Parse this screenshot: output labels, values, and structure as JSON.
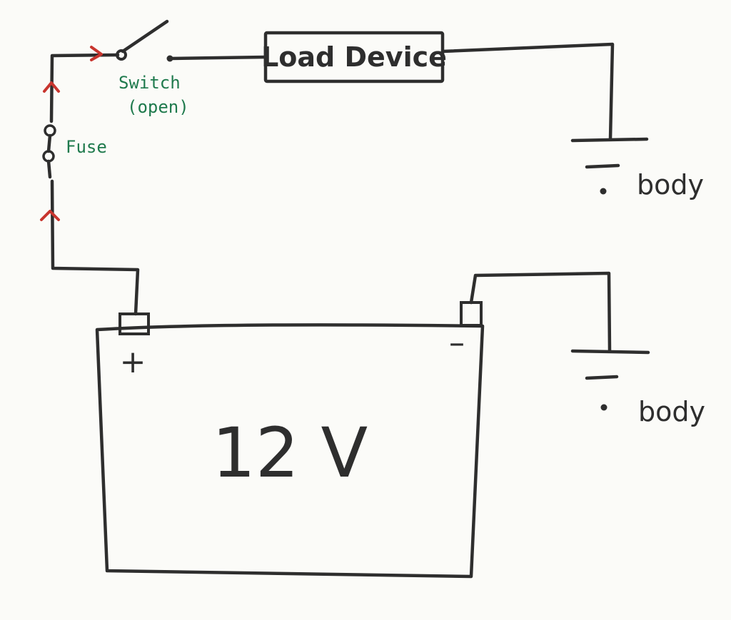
{
  "colors": {
    "paper": "#fbfbf8",
    "ink": "#2e2e2e",
    "label": "#1f7a4d",
    "arrow": "#c8352e"
  },
  "labels": {
    "load_device": "Load Device",
    "switch_line1": "Switch",
    "switch_line2": "(open)",
    "fuse": "Fuse",
    "ground_upper": "body",
    "ground_lower": "body",
    "battery_voltage": "12 V",
    "terminal_positive": "+",
    "terminal_negative": "–"
  },
  "icons": {
    "current_arrow": "red-arrowhead",
    "ground": "ground-symbol"
  }
}
